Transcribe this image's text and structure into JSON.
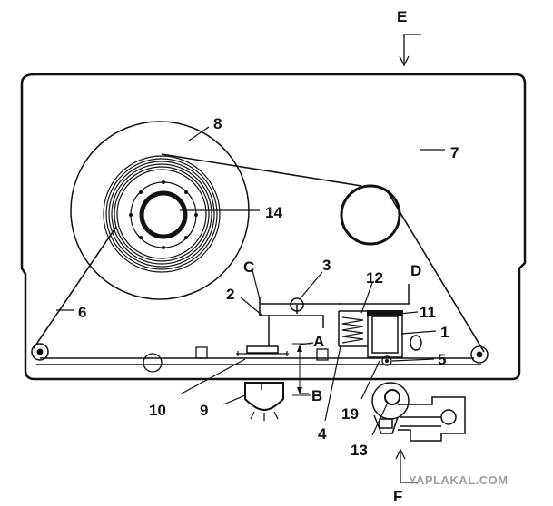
{
  "diagram": {
    "labels": {
      "l1": "1",
      "l2": "2",
      "l3": "3",
      "l4": "4",
      "l5": "5",
      "l6": "6",
      "l7": "7",
      "l8": "8",
      "l9": "9",
      "l10": "10",
      "l11": "11",
      "l12": "12",
      "l13": "13",
      "l14": "14",
      "l19": "19",
      "A": "A",
      "B": "B",
      "C": "C",
      "D": "D",
      "E": "E",
      "F": "F"
    },
    "watermark": "YAPLAKAL.COM",
    "colors": {
      "line": "#111111",
      "background": "#ffffff",
      "watermark": "#9aa0a6"
    }
  }
}
